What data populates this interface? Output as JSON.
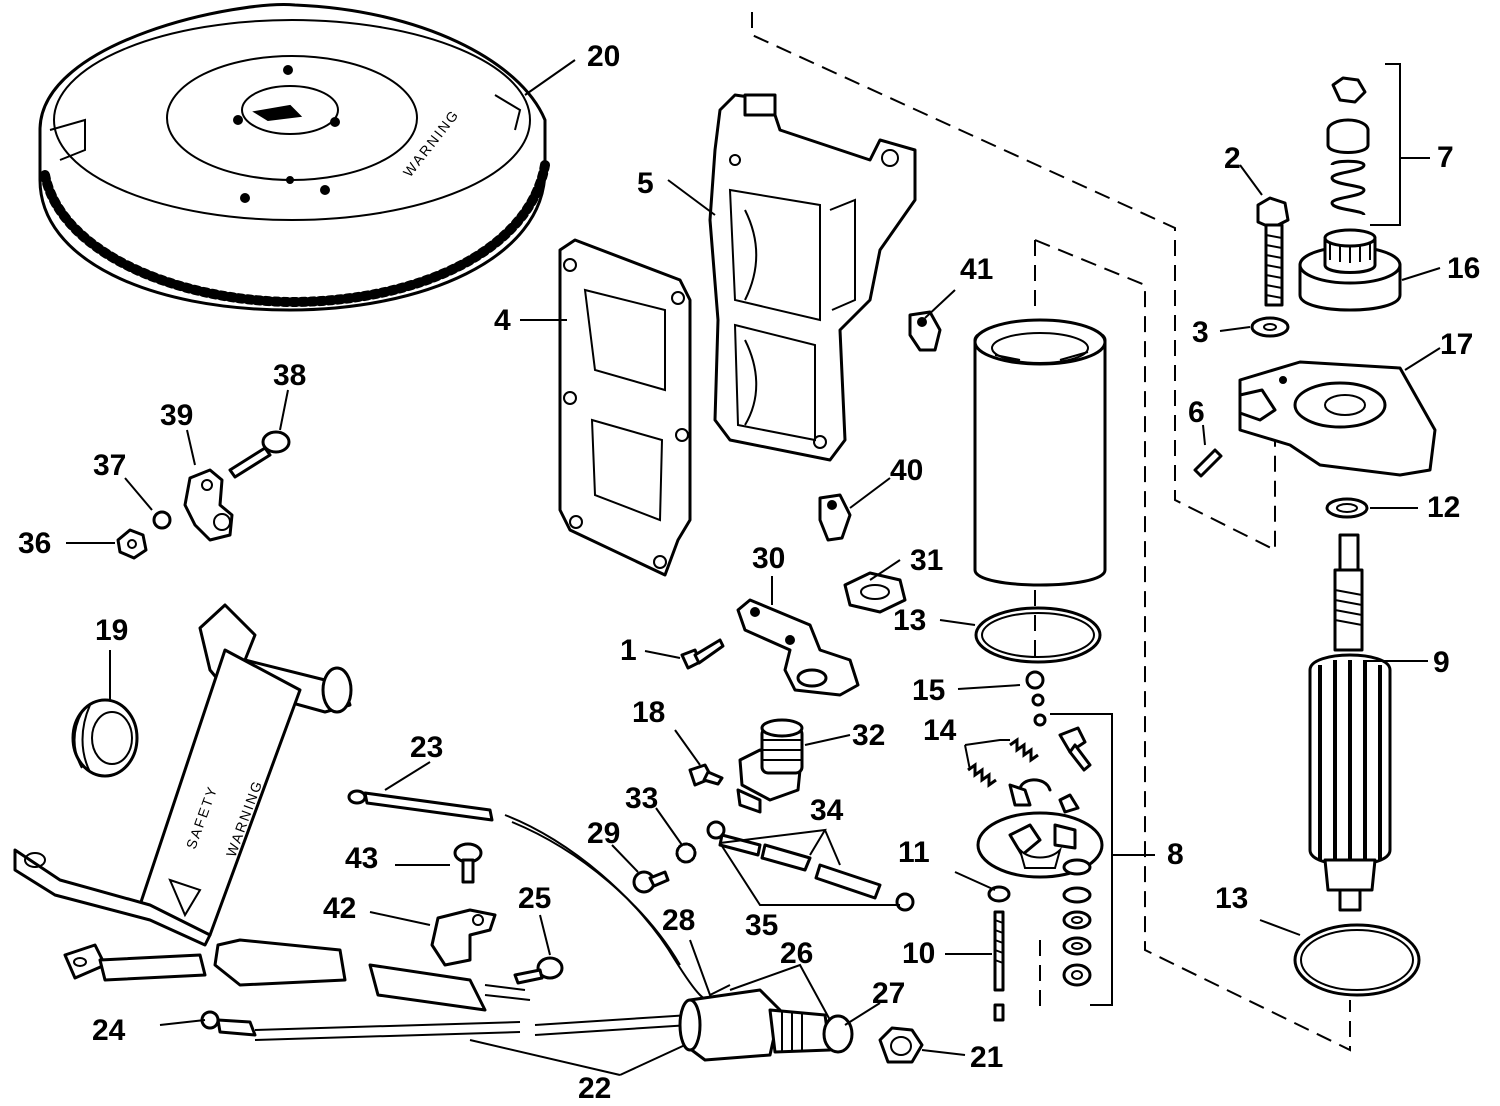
{
  "decals": {
    "flywheel_warning": "WARNING",
    "cable_safety": "SAFETY",
    "cable_warning": "WARNING"
  },
  "callouts": {
    "c1": "1",
    "c2": "2",
    "c3": "3",
    "c4": "4",
    "c5": "5",
    "c6": "6",
    "c7": "7",
    "c8": "8",
    "c9": "9",
    "c10": "10",
    "c11": "11",
    "c12": "12",
    "c13a": "13",
    "c13b": "13",
    "c14": "14",
    "c15": "15",
    "c16": "16",
    "c17": "17",
    "c18": "18",
    "c19": "19",
    "c20": "20",
    "c21": "21",
    "c22": "22",
    "c23": "23",
    "c24": "24",
    "c25": "25",
    "c26": "26",
    "c27": "27",
    "c28": "28",
    "c29": "29",
    "c30": "30",
    "c31": "31",
    "c32": "32",
    "c33": "33",
    "c34": "34",
    "c35": "35",
    "c36": "36",
    "c37": "37",
    "c38": "38",
    "c39": "39",
    "c40": "40",
    "c41": "41",
    "c42": "42",
    "c43": "43"
  }
}
